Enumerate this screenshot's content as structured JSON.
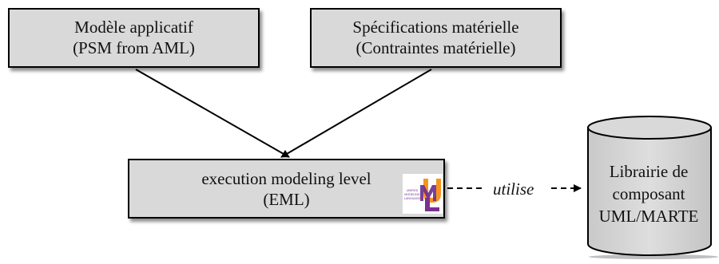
{
  "boxes": {
    "modele": {
      "line1": "Modèle applicatif",
      "line2": "(PSM from AML)"
    },
    "specifications": {
      "line1": "Spécifications matérielle",
      "line2": "(Contraintes matérielle)"
    },
    "eml": {
      "line1": "execution modeling level",
      "line2": "(EML)"
    }
  },
  "uml_logo": {
    "line1": "UNIFIED",
    "line2": "MODELING",
    "line3": "LANGUAGE",
    "letters": "UML"
  },
  "connector": {
    "label": "utilise"
  },
  "database": {
    "line1": "Librairie de",
    "line2": "composant",
    "line3": "UML/MARTE"
  },
  "colors": {
    "box_fill": "#d9d9d9",
    "stroke": "#000000",
    "logo_orange": "#f7941d",
    "logo_purple": "#6a2c8e"
  }
}
